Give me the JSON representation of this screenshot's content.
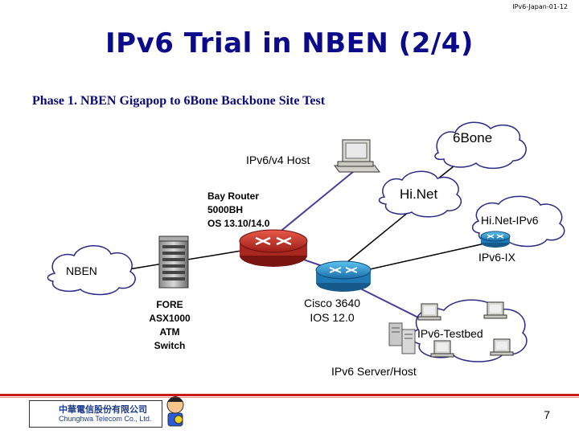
{
  "header": {
    "doc_id": "IPv6-Japan-01-12",
    "title": "IPv6 Trial in NBEN (2/4)",
    "subtitle": "Phase 1. NBEN Gigapop to 6Bone Backbone Site Test"
  },
  "nodes": {
    "sixbone": "6Bone",
    "host": "IPv6/v4 Host",
    "bay_router": [
      "Bay Router",
      "5000BH",
      "OS 13.10/14.0"
    ],
    "hinet": "Hi.Net",
    "hinet_ipv6": "Hi.Net-IPv6",
    "ipv6_ix": "IPv6-IX",
    "nben": "NBEN",
    "fore_switch": [
      "FORE",
      "ASX1000",
      "ATM",
      "Switch"
    ],
    "cisco": [
      "Cisco 3640",
      "IOS 12.0"
    ],
    "testbed": "IPv6-Testbed",
    "server_host": "IPv6 Server/Host"
  },
  "footer": {
    "logo_text": "中華電信股份有限公司",
    "logo_text_en": "Chunghwa Telecom Co., Ltd.",
    "page_number": "7"
  },
  "colors": {
    "title": "#0a0a8a",
    "cloud_fill": "#ffffff",
    "cloud_stroke": "#2a2a8a",
    "link_black": "#000000",
    "link_purple": "#4b3c9c",
    "router_red": "#c8322a",
    "router_blue": "#1e88c8",
    "footer_red": "#cc1a1a"
  },
  "icons": [
    "computer-icon",
    "router-icon",
    "atm-switch-icon",
    "server-icon",
    "cloud-icon",
    "mascot-icon",
    "logo-icon"
  ]
}
